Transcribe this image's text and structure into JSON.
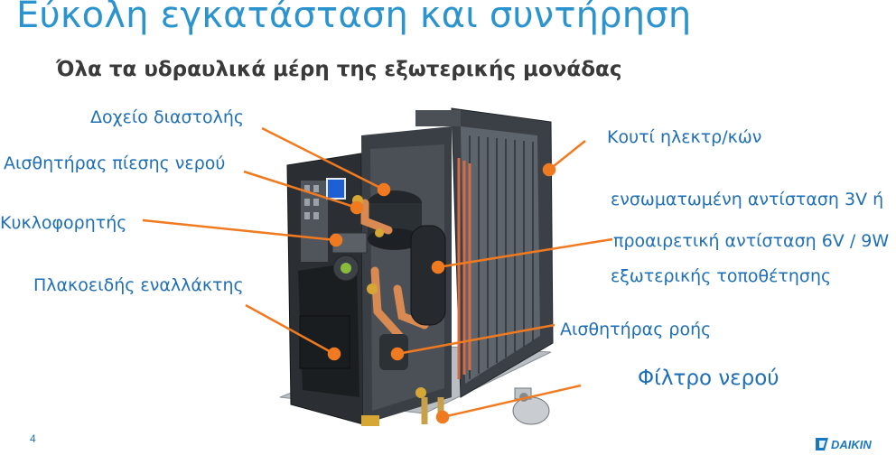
{
  "slide": {
    "title": "Εύκολη εγκατάσταση και συντήρηση",
    "subtitle": "Όλα τα υδραυλικά μέρη της εξωτερικής μονάδας",
    "page_number": "4"
  },
  "labels": {
    "expansion_tank": "Δοχείο διαστολής",
    "pressure_sensor": "Αισθητήρας πίεσης νερού",
    "circulator": "Κυκλοφορητής",
    "plate_exchanger": "Πλακοειδής εναλλάκτης",
    "electrical_box": "Κουτί ηλεκτρ/κών",
    "heater_line1": "ενσωματωμένη αντίσταση 3V ή",
    "heater_line2": "προαιρετική αντίσταση 6V / 9W",
    "heater_line3": "εξωτερικής τοποθέτησης",
    "flow_sensor": "Αισθητήρας ροής",
    "water_filter": "Φίλτρο νερού"
  },
  "brand": {
    "logo_text": "DAIKIN"
  },
  "colors": {
    "title": "#2b94cf",
    "label": "#1f6fb6",
    "leader": "#f07a20",
    "brand": "#1a78c2"
  }
}
